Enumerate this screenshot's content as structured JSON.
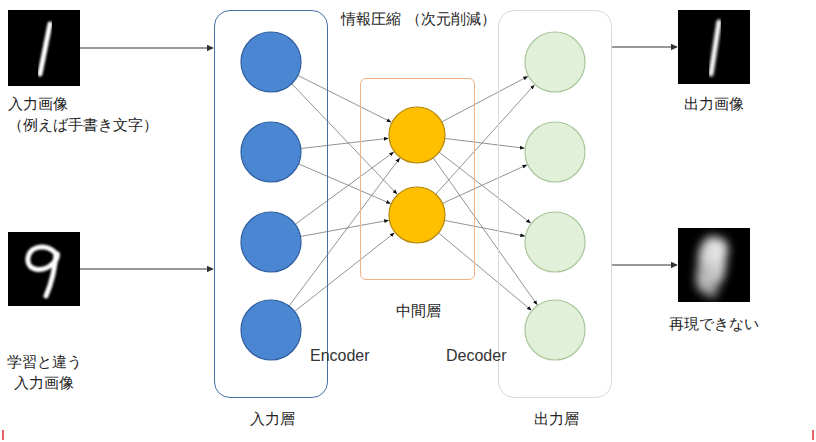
{
  "diagram": {
    "nodes": [
      {
        "text": [
          "入力画像 （例えば手書き文字）"
        ]
      },
      {
        "text": [
          "学習と違う 入力画像"
        ]
      },
      {
        "text": [
          "入力層"
        ]
      },
      {
        "text": [
          "情報圧縮 （次元削減）",
          "中間層"
        ]
      },
      {
        "text": [
          "出力層"
        ]
      },
      {
        "text": [
          "出力画像"
        ]
      },
      {
        "text": [
          "再現できない"
        ]
      }
    ],
    "edges": [
      {
        "from": 0,
        "to": 2,
        "arrow": "to"
      },
      {
        "from": 1,
        "to": 2,
        "arrow": "to"
      },
      {
        "from": 4,
        "to": 5,
        "arrow": "to"
      },
      {
        "from": 4,
        "to": 6,
        "arrow": "to"
      }
    ],
    "labels": [
      "Encoder",
      "Decoder"
    ]
  }
}
